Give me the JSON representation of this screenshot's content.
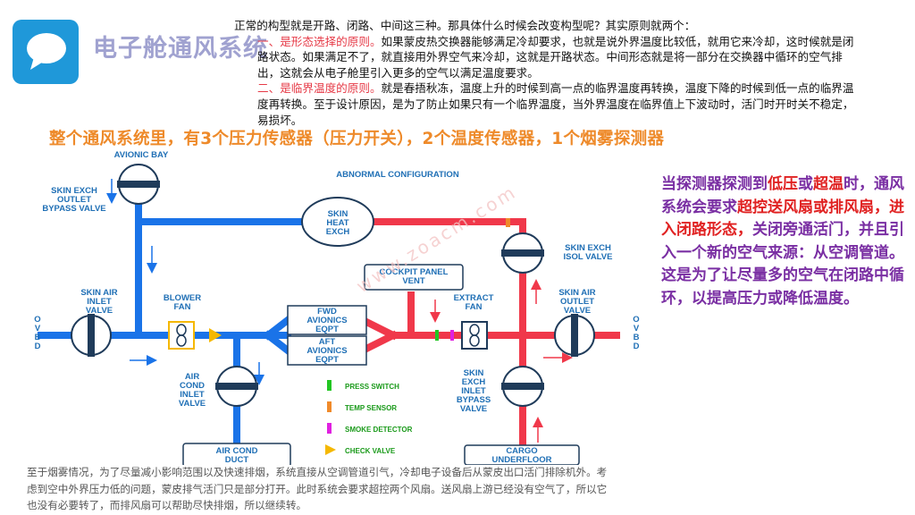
{
  "header": {
    "title": "电子舱通风系统"
  },
  "intro": {
    "line0": "正常的构型就是开路、闭路、中间这三种。那具体什么时候会改变构型呢？其实原则就两个：",
    "p1_label": "一、是形态选择的原则。",
    "p1_text": "如果蒙皮热交换器能够满足冷却要求，也就是说外界温度比较低，就用它来冷却，这时候就是闭路状态。如果满足不了，就直接用外界空气来冷却，这就是开路状态。中间形态就是将一部分在交换器中循环的空气排出，这就会从电子舱里引入更多的空气以满足温度要求。",
    "p2_label": "二、是临界温度的原则。",
    "p2_text": "就是春捂秋冻，温度上升的时候到高一点的临界温度再转换，温度下降的时候到低一点的临界温度再转换。至于设计原因，是为了防止如果只有一个临界温度，当外界温度在临界值上下波动时，活门时开时关不稳定，易损坏。"
  },
  "summary": "整个通风系统里，有3个压力传感器（压力开关），2个温度传感器，1个烟雾探测器",
  "side_note": {
    "s1": "当探测器探测到",
    "h1": "低压",
    "s2": "或",
    "h2": "超温",
    "s3": "时，通风系统会要求",
    "h3": "超控送风扇或排风扇，进入闭路形态，",
    "s4": "关闭旁通活门，并且引入一个新的空气来源：从空调管道。这是为了让尽量多的空气在闭路中循环，以提高压力或降低温度。"
  },
  "bottom_text": "至于烟雾情况，为了尽量减小影响范围以及快速排烟，系统直接从空调管道引气，冷却电子设备后从蒙皮出口活门排除机外。考虑到空中外界压力低的问题，蒙皮排气活门只是部分打开。此时系统会要求超控两个风扇。送风扇上游已经没有空气了，所以它也没有必要转了，而排风扇可以帮助尽快排烟，所以继续转。",
  "watermark": "www.zoacm.com",
  "diagram": {
    "heading": "ABNORMAL CONFIGURATION",
    "avionic_bay": "AVIONIC BAY",
    "skin_exch_outlet_bypass_valve": [
      "SKIN EXCH",
      "OUTLET",
      "BYPASS VALVE"
    ],
    "skin_heat_exch": [
      "SKIN",
      "HEAT",
      "EXCH"
    ],
    "skin_exch_isol_valve": [
      "SKIN EXCH",
      "ISOL VALVE"
    ],
    "cockpit_panel_vent": [
      "COCKPIT PANEL",
      "VENT"
    ],
    "skin_air_inlet_valve": [
      "SKIN AIR",
      "INLET",
      "VALVE"
    ],
    "blower_fan": [
      "BLOWER",
      "FAN"
    ],
    "fwd_avionics_eqpt": [
      "FWD",
      "AVIONICS",
      "EQPT"
    ],
    "aft_avionics_eqpt": [
      "AFT",
      "AVIONICS",
      "EQPT"
    ],
    "extract_fan": [
      "EXTRACT",
      "FAN"
    ],
    "skin_air_outlet_valve": [
      "SKIN AIR",
      "OUTLET",
      "VALVE"
    ],
    "ovbd": "OVBD",
    "air_cond_inlet_valve": [
      "AIR",
      "COND",
      "INLET",
      "VALVE"
    ],
    "air_cond_duct": [
      "AIR COND",
      "DUCT"
    ],
    "skin_exch_inlet_bypass_valve": [
      "SKIN",
      "EXCH",
      "INLET",
      "BYPASS",
      "VALVE"
    ],
    "cargo_underfloor": [
      "CARGO",
      "UNDERFLOOR"
    ],
    "legend": [
      {
        "label": "PRESS SWITCH",
        "color": "#22c622"
      },
      {
        "label": "TEMP SENSOR",
        "color": "#f08a2a"
      },
      {
        "label": "SMOKE DETECTOR",
        "color": "#e020e0"
      },
      {
        "label": "CHECK VALVE",
        "color": "#f5b800"
      }
    ],
    "colors": {
      "blue": "#1a73e8",
      "red": "#f0384a",
      "label": "#1f6fb5"
    }
  }
}
